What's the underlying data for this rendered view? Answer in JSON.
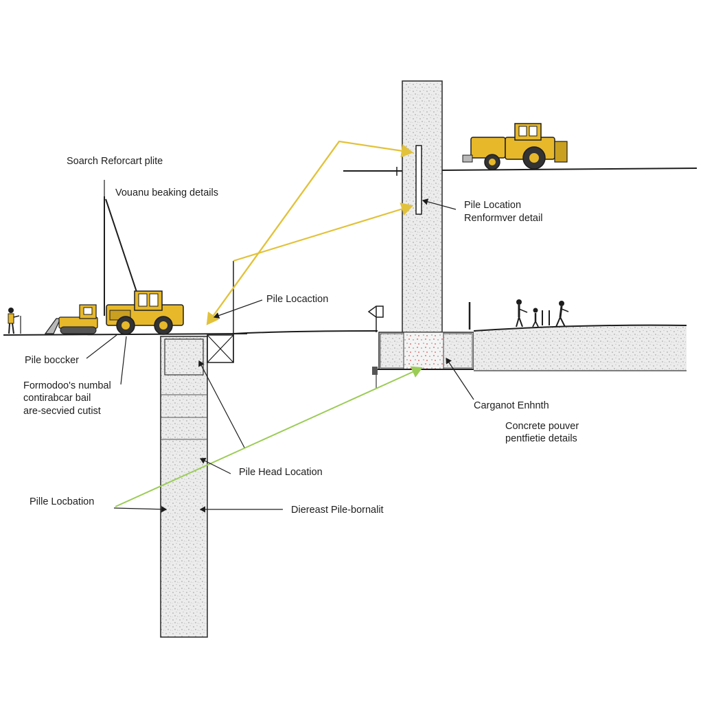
{
  "labels": {
    "search_reinforcement": "Soarch Reforcart plite",
    "volume_breaking": "Vouanu beaking details",
    "pile_location_top": "Pile Location",
    "reinforcement_detail": "Renformver detail",
    "pile_location_mid": "Pile Locaction",
    "pile_blocker": "Pile boccker",
    "formwork_line1": "Formodoo's numbal",
    "formwork_line2": "contirabcar bail",
    "formwork_line3": "are-secvied cutist",
    "cargenot_enthth": "Carganot Enhnth",
    "concrete_line1": "Concrete pouver",
    "concrete_line2": "pentfietie details",
    "pile_head_location": "Pile Head Location",
    "pile_location_bottom": "Pille Locbation",
    "diereast_pile": "Diereast Pile-bornalit"
  },
  "colors": {
    "machine_yellow": "#e7b82a",
    "arrow_yellow": "#e2c23a",
    "arrow_green": "#9bcc55",
    "ink": "#1d1d1d",
    "concrete": "#d9d9d9",
    "rebar_red": "#d9534f"
  },
  "icons": [
    "bulldozer-icon",
    "excavator-icon",
    "loader-icon",
    "worker-icon",
    "survey-marker-icon"
  ]
}
